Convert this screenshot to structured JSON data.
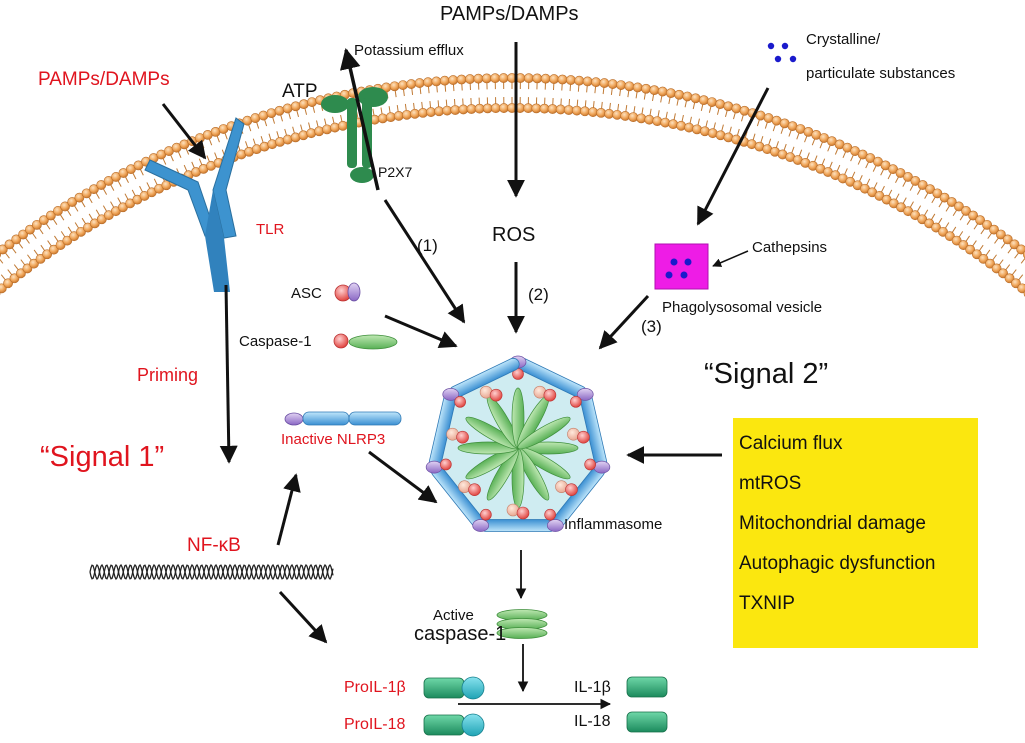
{
  "labels": {
    "pamps_top": "PAMPs/DAMPs",
    "pamps_left": "PAMPs/DAMPs",
    "potassium": "Potassium efflux",
    "atp": "ATP",
    "p2x7": "P2X7",
    "tlr": "TLR",
    "ros": "ROS",
    "crystalline_line1": "Crystalline/",
    "crystalline_line2": "particulate substances",
    "cathepsins": "Cathepsins",
    "phagolysosomal": "Phagolysosomal vesicle",
    "path1": "(1)",
    "path2": "(2)",
    "path3": "(3)",
    "asc": "ASC",
    "caspase1": "Caspase-1",
    "priming": "Priming",
    "signal1": "“Signal 1”",
    "signal2": "“Signal 2”",
    "inactive_nlrp3": "Inactive NLRP3",
    "inflammasome": "Inflammasome",
    "nfkb": "NF-κB",
    "active": "Active",
    "active_caspase": "caspase-1",
    "proil1b": "ProIL-1β",
    "proil18": "ProIL-18",
    "il1b": "IL-1β",
    "il18": "IL-18"
  },
  "signal2_factors": [
    "Calcium flux",
    "mtROS",
    "Mitochondrial damage",
    "Autophagic dysfunction",
    "TXNIP"
  ],
  "colors": {
    "membrane": "#e9a055",
    "receptor": "#3d93cf",
    "p2x7": "#2e8b4e",
    "label_red": "#e0141e",
    "vesicle": "#ee1ce6",
    "particles": "#1a1acc",
    "signal2_box": "#fbe70f",
    "cytokine": "#2aa577"
  }
}
